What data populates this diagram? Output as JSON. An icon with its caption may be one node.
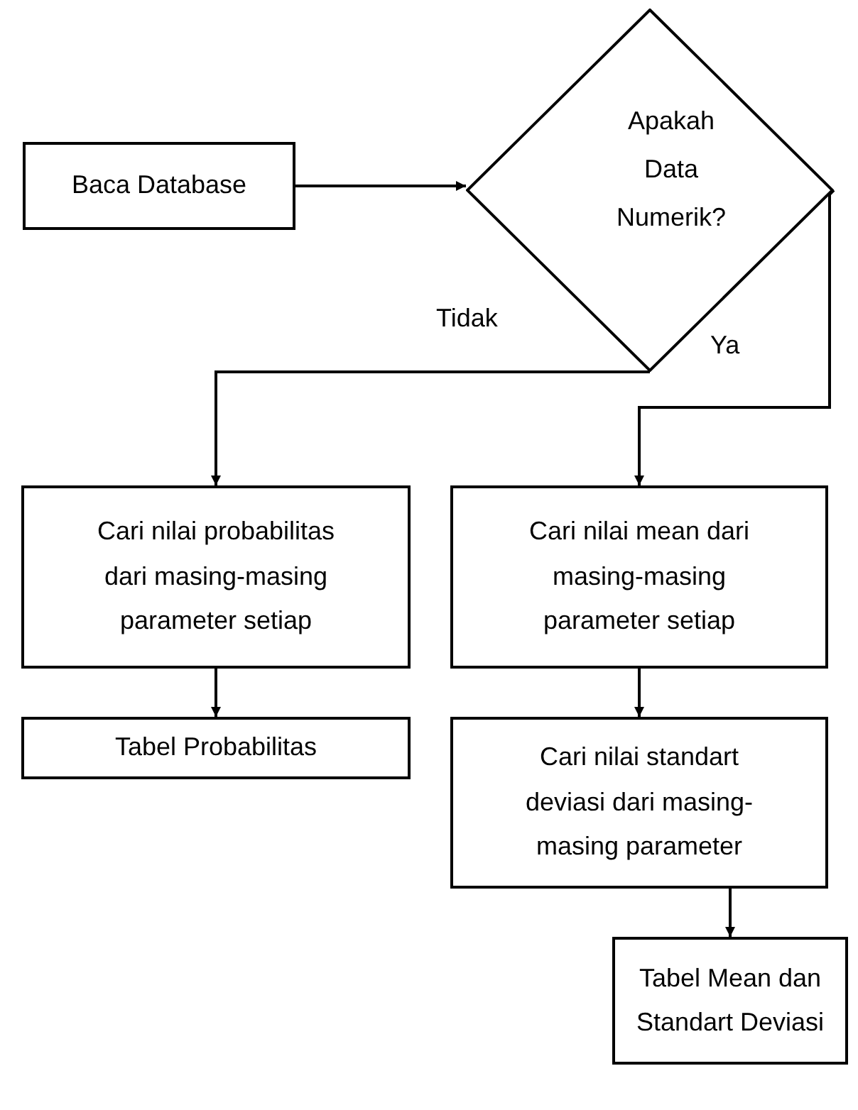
{
  "diagram": {
    "nodes": [
      {
        "text": [
          "Baca Database"
        ]
      },
      {
        "text": [
          "Apakah Data Numerik?"
        ]
      },
      {
        "text": [
          "Cari nilai probabilitas dari masing-masing parameter setiap"
        ]
      },
      {
        "text": [
          "Tabel Probabilitas"
        ]
      },
      {
        "text": [
          "Cari nilai mean dari masing-masing parameter setiap"
        ]
      },
      {
        "text": [
          "Cari nilai standart deviasi dari masing-masing parameter"
        ]
      },
      {
        "text": [
          "Tabel Mean dan Standart Deviasi"
        ]
      }
    ],
    "edges": [
      {
        "from": 0,
        "to": 1,
        "arrow": "to"
      },
      {
        "from": 1,
        "to": 2,
        "arrow": "to",
        "label": "Tidak"
      },
      {
        "from": 1,
        "to": 4,
        "arrow": "to",
        "label": "Ya"
      },
      {
        "from": 2,
        "to": 3,
        "arrow": "to"
      },
      {
        "from": 4,
        "to": 5,
        "arrow": "to"
      },
      {
        "from": 5,
        "to": 6,
        "arrow": "to"
      }
    ]
  }
}
